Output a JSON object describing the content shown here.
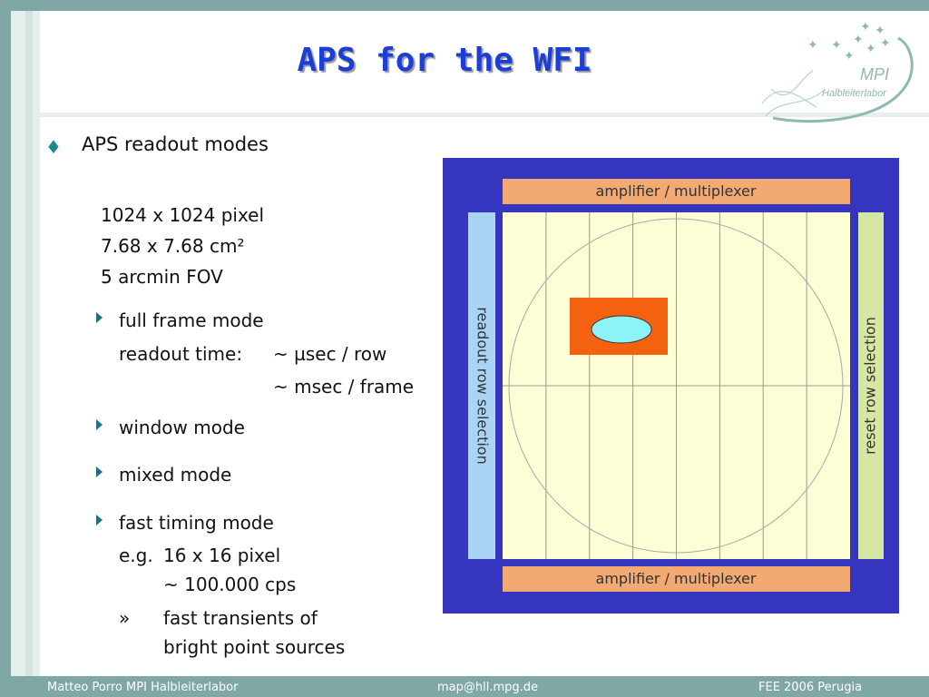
{
  "title": "APS for the WFI",
  "logo": {
    "line1": "MPI",
    "line2": "Halbleiterlabor"
  },
  "bullet_main": "APS readout modes",
  "specs": [
    "1024 x 1024 pixel",
    "7.68 x 7.68 cm²",
    "5 arcmin FOV"
  ],
  "modes": {
    "full_frame": {
      "label": "full frame mode",
      "readout_label": "readout time:",
      "line1": "~ µsec / row",
      "line2": "~ msec / frame"
    },
    "window": {
      "label": "window mode"
    },
    "mixed": {
      "label": "mixed mode"
    },
    "fast_timing": {
      "label": "fast timing mode",
      "eg_label": "e.g.",
      "eg_line1": "16 x 16 pixel",
      "eg_line2": "~ 100.000 cps",
      "raquo": "»",
      "note_line1": "fast transients of",
      "note_line2": "bright point sources"
    }
  },
  "diagram": {
    "top_label": "amplifier / multiplexer",
    "bottom_label": "amplifier / multiplexer",
    "left_label": "readout row selection",
    "right_label": "reset row selection",
    "colors": {
      "frame": "#3535c0",
      "amplifier": "#f2aa72",
      "readout": "#a9d4f5",
      "reset": "#d6e7a4",
      "pixel_area": "#fdfdd6",
      "window": "#f5620f",
      "source": "#8ef3f8"
    }
  },
  "footer": {
    "author": "Matteo Porro  MPI Halbleiterlabor",
    "email": "map@hll.mpg.de",
    "event": "FEE 2006 Perugia"
  }
}
